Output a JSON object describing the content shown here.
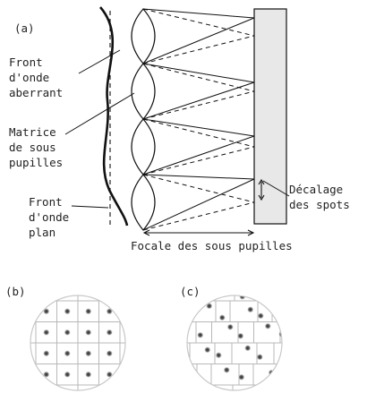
{
  "labels": {
    "panel_a": "(a)",
    "panel_b": "(b)",
    "panel_c": "(c)",
    "aberrant_front": [
      "Front",
      "d'onde",
      "aberrant"
    ],
    "subpupil_array": [
      "Matrice",
      "de sous",
      "pupilles"
    ],
    "plane_front": [
      "Front",
      "d'onde",
      "plan"
    ],
    "spot_shift": [
      "Décalage",
      "des spots"
    ],
    "focal_length": "Focale des sous pupilles"
  },
  "colors": {
    "line": "#111111",
    "detector_fill": "#e8e8e8",
    "grid": "#b8b8b8",
    "disc_edge": "#c8c8c8",
    "spot": "#555555"
  }
}
